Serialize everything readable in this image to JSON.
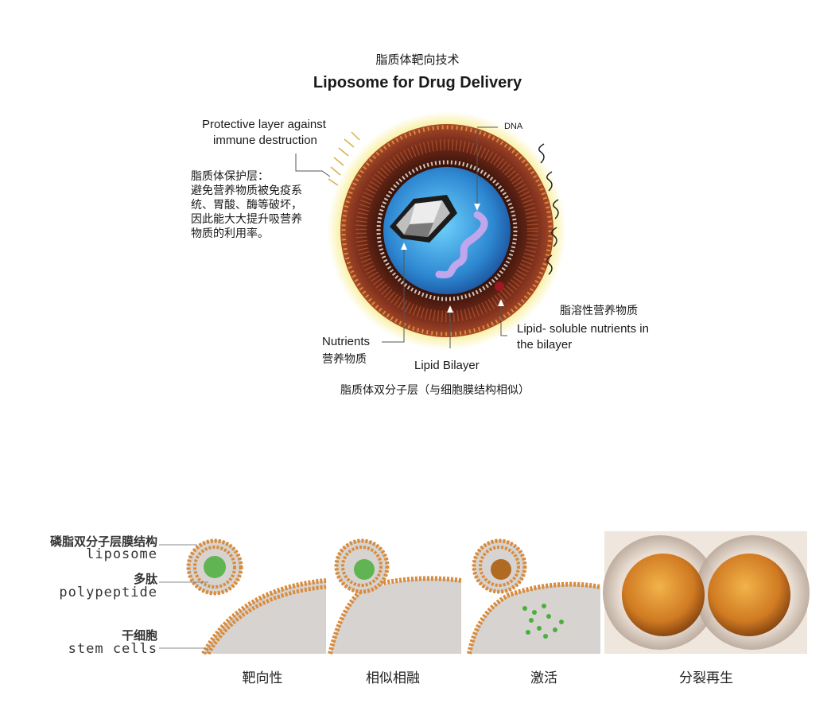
{
  "top": {
    "title_cn": "脂质体靶向技术",
    "title_en": "Liposome for Drug Delivery",
    "labels": {
      "protective_en_1": "Protective layer against",
      "protective_en_2": "immune destruction",
      "protective_cn_1": "脂质体保护层：",
      "protective_cn_2": "避免营养物质被免疫系",
      "protective_cn_3": "统、胃酸、酶等破坏，",
      "protective_cn_4": "因此能大大提升吸营养",
      "protective_cn_5": "物质的利用率。",
      "dna": "DNA",
      "fat_soluble_cn": "脂溶性营养物质",
      "lipid_soluble_en_1": "Lipid- soluble nutrients in",
      "lipid_soluble_en_2": "the bilayer",
      "nutrients_en": "Nutrients",
      "nutrients_cn": "营养物质",
      "lipid_bilayer_en": "Lipid Bilayer",
      "bilayer_cn": "脂质体双分子层（与细胞膜结构相似）"
    }
  },
  "bottom": {
    "left_labels": {
      "membrane_cn": "磷脂双分子层膜结构",
      "membrane_en": "liposome",
      "peptide_cn": "多肽",
      "peptide_en": "polypeptide",
      "stem_cn": "干细胞",
      "stem_en": "stem cells"
    },
    "stages": [
      "靶向性",
      "相似相融",
      "激活",
      "分裂再生"
    ]
  },
  "colors": {
    "shell_dark": "#5a1f14",
    "shell_mid": "#8a3a22",
    "head_orange": "#d98b3a",
    "core_blue": "#3a8fd6",
    "dna_purple": "#b79be0",
    "glow_yellow": "#f3e24a",
    "cell_grey": "#d6d3d1",
    "cell_orange": "#d9902e",
    "peptide_green": "#4cae3c"
  },
  "icons": [
    "crystal-icon",
    "dna-strand-icon",
    "liposome-icon",
    "cell-division-icon"
  ]
}
